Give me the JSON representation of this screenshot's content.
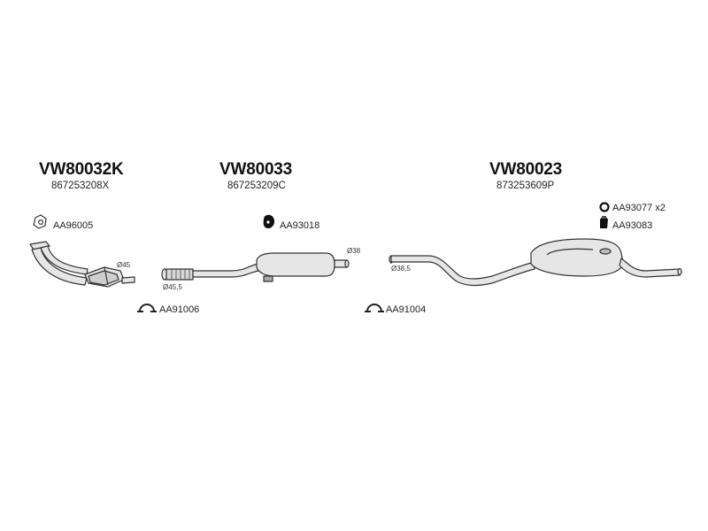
{
  "groups": [
    {
      "title": "VW80032K",
      "code": "867253208X"
    },
    {
      "title": "VW80033",
      "code": "867253209C"
    },
    {
      "title": "VW80023",
      "code": "873253609P"
    }
  ],
  "parts": {
    "gasket": "AA96005",
    "clamp_left": "AA91006",
    "mount_mid": "AA93018",
    "clamp_right": "AA91004",
    "ring_right": "AA93077 x2",
    "hanger_right": "AA93083"
  },
  "diameters": {
    "d45": "Ø45",
    "d45_5": "Ø45,5",
    "d38": "Ø38",
    "d38_5": "Ø38,5"
  },
  "colors": {
    "line": "#333333",
    "fill": "#e6e6e6",
    "dark": "#111111"
  }
}
